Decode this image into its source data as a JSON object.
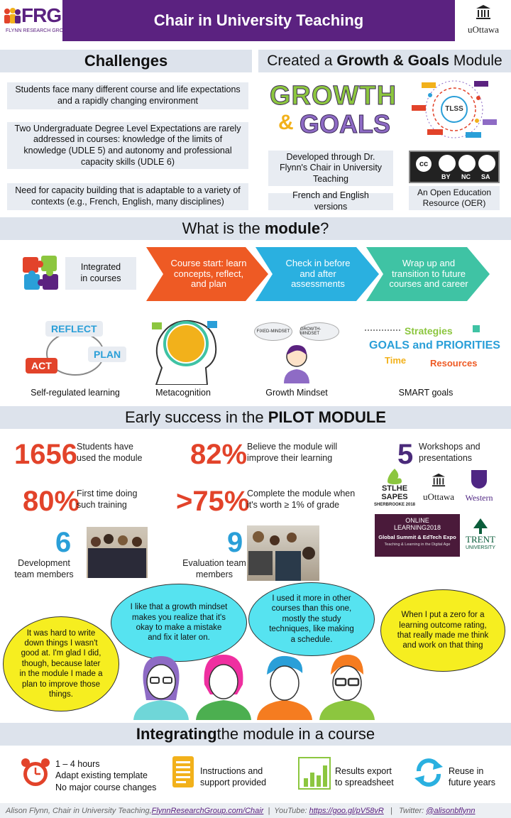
{
  "header": {
    "logo_text": "FRG",
    "logo_subtext": "FLYNN RESEARCH GROUP",
    "title": "Chair in University Teaching",
    "uottawa": "uOttawa"
  },
  "challenges": {
    "title": "Challenges",
    "items": [
      "Students face many different course and life expectations and a rapidly changing environment",
      "Two Undergraduate Degree Level Expectations are rarely addressed in courses: knowledge of the limits of knowledge (UDLE 5) and autonomy and professional capacity skills  (UDLE 6)",
      "Need for capacity building that is adaptable to a variety of contexts (e.g., French, English, many disciplines)"
    ]
  },
  "created": {
    "title_pre": "Created a ",
    "title_bold": "Growth & Goals",
    "title_post": " Module",
    "logo_line1": "GROWTH",
    "logo_amp": "&",
    "logo_line2": "GOALS",
    "tlss": "TLSS",
    "developed": "Developed through Dr. Flynn's Chair in University Teaching",
    "versions": "French and English versions",
    "cc_top": "cc",
    "cc_labels": [
      "BY",
      "NC",
      "SA"
    ],
    "oer": "An Open Education Resource (OER)"
  },
  "module": {
    "title_pre": "What is the ",
    "title_bold": "module",
    "title_post": "?",
    "integrated": "Integrated in courses",
    "steps": [
      "Course start: learn concepts, reflect, and plan",
      "Check in before and after assessments",
      "Wrap up and transition to future courses and career"
    ],
    "reflect": "REFLECT",
    "plan": "PLAN",
    "act": "ACT",
    "concepts": [
      "Self-regulated learning",
      "Metacognition",
      "Growth Mindset",
      "SMART goals"
    ],
    "fixed_mindset": "FIXED-MINDSET",
    "growth_mindset": "GROWTH-MINDSET",
    "smart_strategies": "Strategies",
    "smart_goals": "GOALS and PRIORITIES",
    "smart_time": "Time",
    "smart_resources": "Resources"
  },
  "pilot": {
    "title_pre": "Early success in the ",
    "title_bold": "PILOT MODULE",
    "stats": [
      {
        "value": "1656",
        "text": "Students have used the module"
      },
      {
        "value": "82%",
        "text": "Believe the module will improve their learning"
      },
      {
        "value": "80%",
        "text": "First time doing such training"
      },
      {
        "value": ">75%",
        "text": "Complete the module when it's worth ≥ 1% of grade"
      }
    ],
    "workshops_value": "5",
    "workshops_text": "Workshops and presentations",
    "dev_value": "6",
    "dev_text": "Development team members",
    "eval_value": "9",
    "eval_text": "Evaluation team members",
    "logos": {
      "stlhe1": "STLHE",
      "stlhe2": "SAPES",
      "stlhe3": "SHERBROOKE 2018",
      "uottawa": "uOttawa",
      "western": "Western",
      "online1": "ONLINE",
      "online2": "LEARNING2018",
      "online3": "Global Summit & EdTech Expo",
      "online4": "Teaching & Learning in the Digital Age",
      "trent1": "TRENT",
      "trent2": "UNIVERSITY"
    }
  },
  "quotes": [
    "It was hard to write down things I wasn't good at. I'm glad I did, though, because later in the module I made a plan to improve those things.",
    "I like that a growth mindset makes you realize that it's okay to make a mistake and fix it later on.",
    "I used it more in other courses than this one, mostly the study techniques, like making a schedule.",
    "When I put a zero for a learning outcome rating, that really made me think and work on that thing"
  ],
  "integrating": {
    "title_bold": "Integrating",
    "title_post": " the module in a course",
    "items": [
      {
        "line1": "1 – 4 hours",
        "line2": "Adapt existing template",
        "line3": "No major course changes"
      },
      {
        "line1": "Instructions and",
        "line2": "support provided"
      },
      {
        "line1": "Results export",
        "line2": "to spreadsheet"
      },
      {
        "line1": "Reuse in",
        "line2": "future years"
      }
    ]
  },
  "footer": {
    "author": "Alison Flynn, Chair in University Teaching, ",
    "site": "FlynnResearchGroup.com/Chair",
    "sep1": "  |  YouTube: ",
    "youtube": "https://goo.gl/pV58vR",
    "sep2": "   |   Twitter: ",
    "twitter": "@alisonbflynn"
  },
  "colors": {
    "purple": "#5b2280",
    "orange": "#ee5a24",
    "cyan": "#2ab0e0",
    "teal": "#3fc3a4",
    "red_stat": "#e2432a",
    "blue_stat": "#2a9fd8",
    "dark_stat": "#4a2a7a"
  }
}
